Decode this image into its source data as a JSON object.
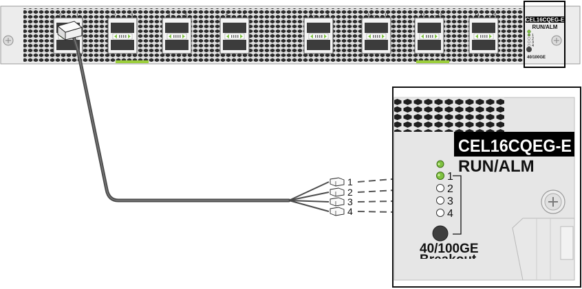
{
  "card_model": "CEL16CQEG-E",
  "status_label": "RUN/ALM",
  "port_mode_label": "40/100GE",
  "port_mode_sublabel": "Breakout",
  "small_card_model": "CEL16CQEG-E",
  "small_status_label": "RUN/ALM",
  "small_mode_label": "40/100GE",
  "port_labels": [
    "0",
    "1",
    "2",
    "3",
    "4",
    "5",
    "6",
    "7",
    "8",
    "9",
    "10",
    "11",
    "12",
    "13",
    "14",
    "15"
  ],
  "breakout_lanes": [
    "1",
    "2",
    "3",
    "4"
  ],
  "led_colors": {
    "run": "#7fc241",
    "lane_active": "#7fc241",
    "lane_idle": "#ffffff"
  },
  "colors": {
    "accent_bar": "#9ccf3c",
    "panel": "#e6e6e6",
    "cable": "#555555"
  }
}
